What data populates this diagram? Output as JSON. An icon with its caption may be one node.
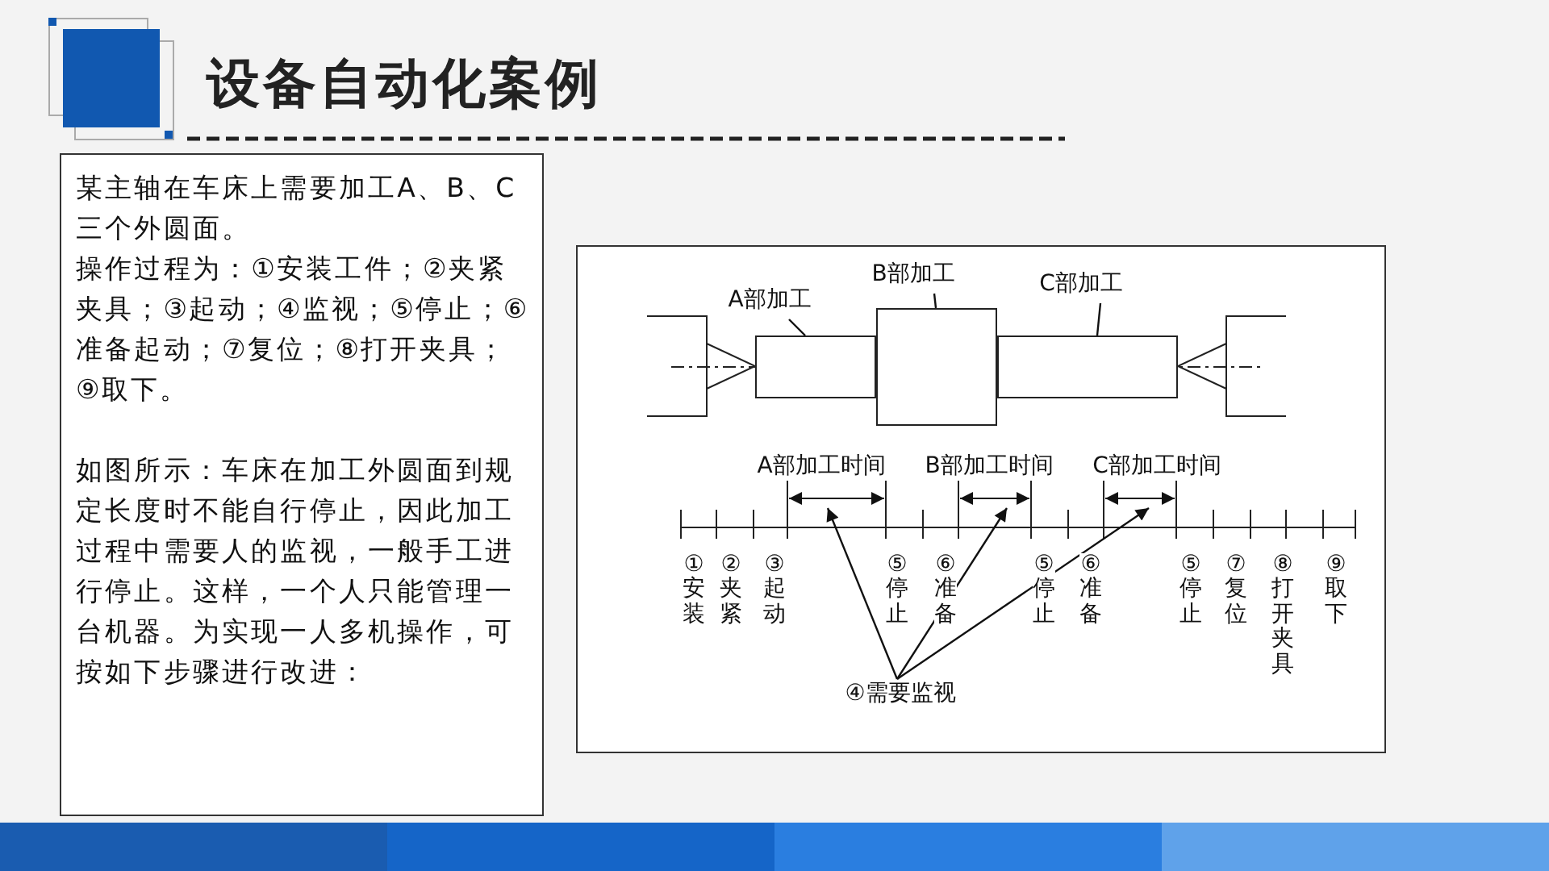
{
  "diagram": {
    "title": "设备自动化案例",
    "nodes": [
      {
        "text": [
          "某主轴在车床上需要加工A、B、C三个外圆面。",
          "操作过程为：①安装工件；②夹紧夹具；③起动；④监视；⑤停止；⑥准备起动；⑦复位；⑧打开夹具；⑨取下。",
          "如图所示：车床在加工外圆面到规定长度时不能自行停止，因此加工过程中需要人的监视，一般手工进行停止。这样，一个人只能管理一台机器。为实现一人多机操作，可按如下步骤进行改进："
        ]
      },
      {
        "text": [
          "A部加工"
        ]
      },
      {
        "text": [
          "B部加工"
        ]
      },
      {
        "text": [
          "C部加工"
        ]
      },
      {
        "text": [],
        "shape": "box"
      },
      {
        "text": [],
        "shape": "box"
      },
      {
        "text": [],
        "shape": "box"
      },
      {
        "text": [
          "A部加工时间"
        ]
      },
      {
        "text": [
          "B部加工时间"
        ]
      },
      {
        "text": [
          "C部加工时间"
        ]
      },
      {
        "text": [
          "④需要监视"
        ]
      }
    ],
    "edges": [
      {
        "from": 1,
        "to": 4,
        "arrow": "none"
      },
      {
        "from": 2,
        "to": 5,
        "arrow": "none"
      },
      {
        "from": 3,
        "to": 6,
        "arrow": "none"
      },
      {
        "from": 10,
        "to": 7,
        "arrow": "to"
      },
      {
        "from": 10,
        "to": 8,
        "arrow": "to"
      },
      {
        "from": 10,
        "to": 9,
        "arrow": "to"
      }
    ],
    "labels": [
      "①安装",
      "②夹紧",
      "③起动",
      "⑤停止",
      "⑥准备",
      "⑤停止",
      "⑥准备",
      "⑤停止",
      "⑦复位",
      "⑧打开夹具",
      "⑨取下"
    ]
  }
}
